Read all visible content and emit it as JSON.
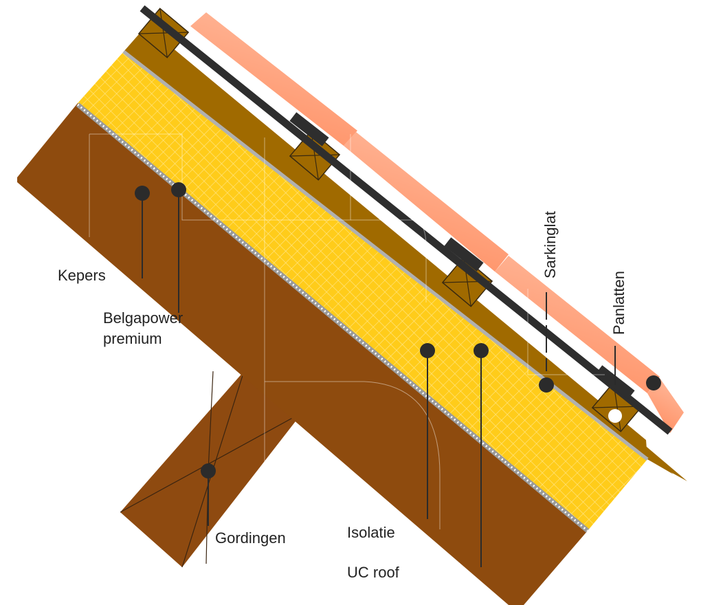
{
  "labels": {
    "kepers": "Kepers",
    "belgapower_line1": "Belgapower",
    "belgapower_line2": "premium",
    "gordingen": "Gordingen",
    "isolatie": "Isolatie",
    "uc_roof": "UC roof",
    "sarkinglat": "Sarkinglat",
    "panlatten": "Panlatten"
  },
  "colors": {
    "rafter": "#8E4B0E",
    "purlin": "#8E4A10",
    "sarking_board": "#A06A00",
    "insulation": "#FFCC1A",
    "tile": "#FF9268",
    "batten_strip": "#2E2E2E",
    "marker": "#2B2B2B"
  }
}
